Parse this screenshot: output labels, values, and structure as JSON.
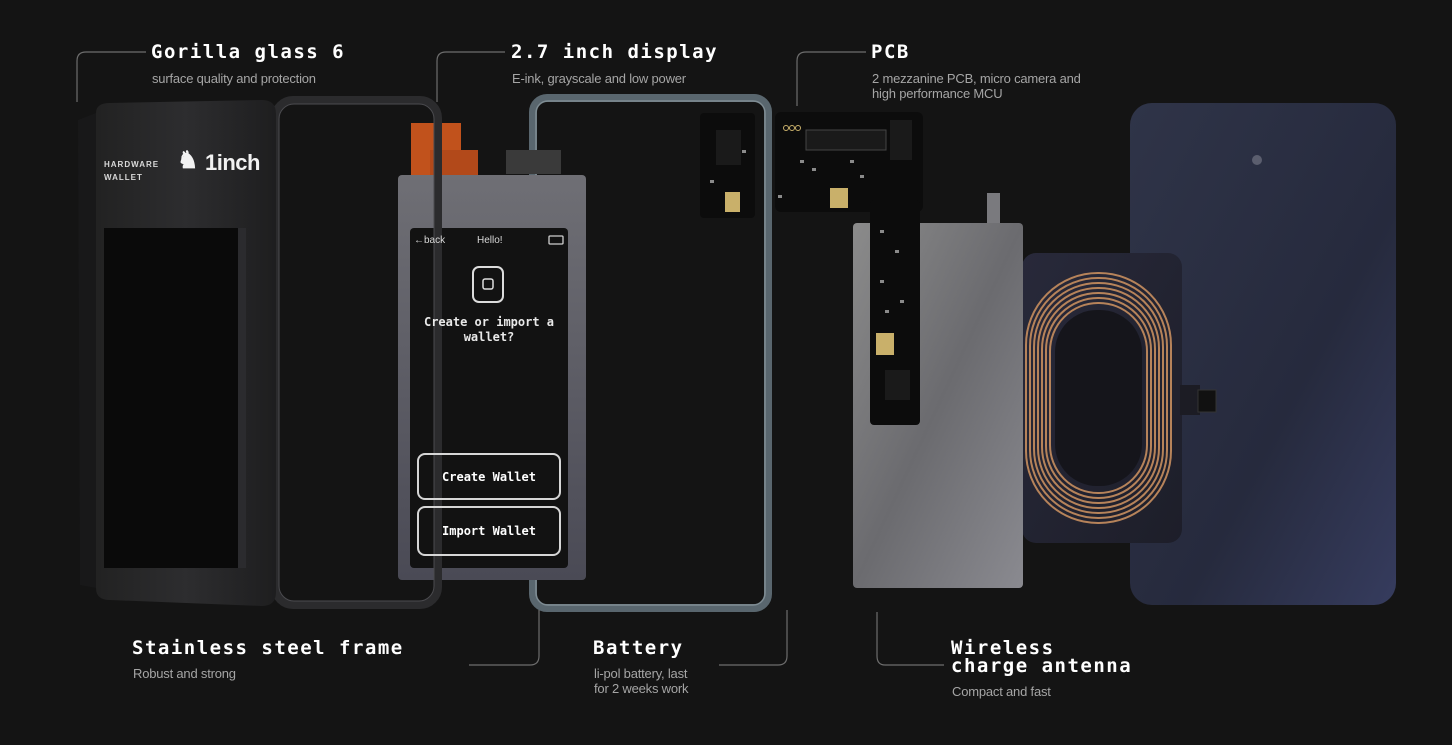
{
  "labels": {
    "glass": {
      "title": "Gorilla glass 6",
      "subtitle": "surface quality and protection"
    },
    "display": {
      "title": "2.7 inch display",
      "subtitle": "E-ink, grayscale and low power"
    },
    "pcb": {
      "title": "PCB",
      "subtitle": "2 mezzanine PCB, micro camera and high performance MCU"
    },
    "frame": {
      "title": "Stainless steel frame",
      "subtitle": "Robust and strong"
    },
    "battery": {
      "title": "Battery",
      "subtitle_line1": "li-pol battery, last",
      "subtitle_line2": "for 2 weeks work"
    },
    "antenna": {
      "title_line1": "Wireless",
      "title_line2": "charge antenna",
      "subtitle": "Compact and fast"
    }
  },
  "device": {
    "brand_side_line1": "HARDWARE",
    "brand_side_line2": "WALLET",
    "logo_text": "1inch",
    "screen": {
      "back": "←back",
      "header": "Hello!",
      "prompt": "Create or import a wallet?",
      "create_button": "Create Wallet",
      "import_button": "Import Wallet"
    }
  },
  "colors": {
    "background": "#141414",
    "title": "#ffffff",
    "subtitle": "#a5a5a5",
    "leader_line": "#6d6d6d",
    "coil": "#b6835a",
    "flex_cable": "#c1521c",
    "back_panel": "#2a2f46"
  }
}
